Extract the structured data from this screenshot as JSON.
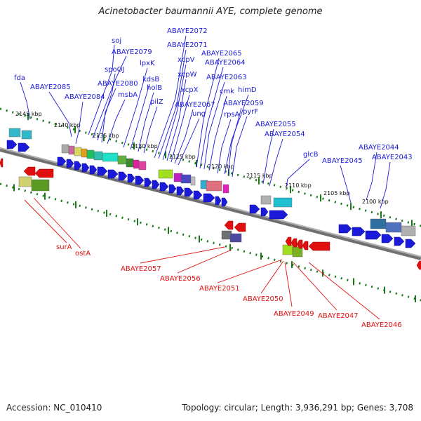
{
  "title": "Acinetobacter baumannii AYE, complete genome",
  "footer": {
    "accession": "Accession: NC_010410",
    "summary": "Topology: circular; Length: 3,936,291 bp; Genes: 3,708"
  },
  "colors": {
    "forward": "#1a1ad8",
    "reverse": "#e01010",
    "tick": "#1a7a1a",
    "backbone": "#808080"
  },
  "scale_labels": [
    "2145 kbp",
    "2140 kbp",
    "2135 kbp",
    "2130 kbp",
    "2125 kbp",
    "2120 kbp",
    "2115 kbp",
    "2110 kbp",
    "2105 kbp",
    "2100 kbp"
  ],
  "forward_genes": [
    {
      "id": "g-fda",
      "label": "fda"
    },
    {
      "id": "g-85",
      "label": "ABAYE2085"
    },
    {
      "id": "g-84",
      "label": "ABAYE2084"
    },
    {
      "id": "g-soj",
      "label": "soj"
    },
    {
      "id": "g-79",
      "label": "ABAYE2079"
    },
    {
      "id": "g-spo",
      "label": "spoOJ"
    },
    {
      "id": "g-80",
      "label": "ABAYE2080"
    },
    {
      "id": "g-msb",
      "label": "msbA"
    },
    {
      "id": "g-lpx",
      "label": "lpxK"
    },
    {
      "id": "g-kds",
      "label": "kdsB"
    },
    {
      "id": "g-hol",
      "label": "holB"
    },
    {
      "id": "g-pil",
      "label": "pilZ"
    },
    {
      "id": "g-72",
      "label": "ABAYE2072"
    },
    {
      "id": "g-71",
      "label": "ABAYE2071"
    },
    {
      "id": "g-xcpv",
      "label": "xcpV"
    },
    {
      "id": "g-xcpw",
      "label": "xcpW"
    },
    {
      "id": "g-xcpx",
      "label": "xcpX"
    },
    {
      "id": "g-67",
      "label": "ABAYE2067"
    },
    {
      "id": "g-ung",
      "label": "ung"
    },
    {
      "id": "g-65",
      "label": "ABAYE2065"
    },
    {
      "id": "g-64",
      "label": "ABAYE2064"
    },
    {
      "id": "g-63",
      "label": "ABAYE2063"
    },
    {
      "id": "g-cmk",
      "label": "cmk"
    },
    {
      "id": "g-rps",
      "label": "rpsA"
    },
    {
      "id": "g-him",
      "label": "himD"
    },
    {
      "id": "g-59",
      "label": "ABAYE2059"
    },
    {
      "id": "g-pyr",
      "label": "pyrF"
    },
    {
      "id": "g-55",
      "label": "ABAYE2055"
    },
    {
      "id": "g-54",
      "label": "ABAYE2054"
    },
    {
      "id": "g-glc",
      "label": "glcB"
    },
    {
      "id": "g-45",
      "label": "ABAYE2045"
    },
    {
      "id": "g-44",
      "label": "ABAYE2044"
    },
    {
      "id": "g-43",
      "label": "ABAYE2043"
    }
  ],
  "reverse_genes": [
    {
      "id": "r-sur",
      "label": "surA"
    },
    {
      "id": "r-ost",
      "label": "ostA"
    },
    {
      "id": "r-57",
      "label": "ABAYE2057"
    },
    {
      "id": "r-56",
      "label": "ABAYE2056"
    },
    {
      "id": "r-51",
      "label": "ABAYE2051"
    },
    {
      "id": "r-50",
      "label": "ABAYE2050"
    },
    {
      "id": "r-49",
      "label": "ABAYE2049"
    },
    {
      "id": "r-47",
      "label": "ABAYE2047"
    },
    {
      "id": "r-46",
      "label": "ABAYE2046"
    }
  ]
}
